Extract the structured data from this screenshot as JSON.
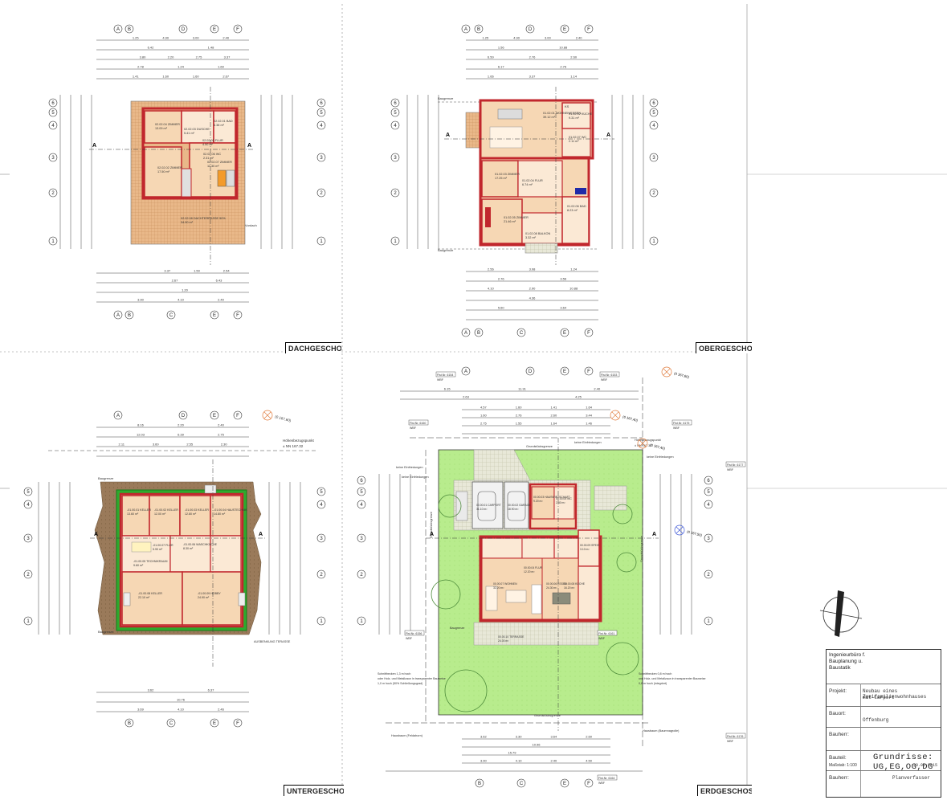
{
  "axes": {
    "top_full": [
      "A",
      "B",
      "D",
      "E",
      "F"
    ],
    "bottom_dg": [
      "A",
      "B",
      "C",
      "E",
      "F"
    ],
    "bottom_og": [
      "A",
      "B",
      "C",
      "E",
      "F"
    ],
    "top_ug": [
      "A",
      "D",
      "E",
      "F"
    ],
    "bottom_ug": [
      "B",
      "C",
      "E",
      "F"
    ],
    "top_eg": [
      "A",
      "D",
      "E",
      "F"
    ],
    "bottom_eg": [
      "B",
      "C",
      "E",
      "F"
    ],
    "rows": [
      "1",
      "2",
      "3",
      "4",
      "5",
      "6"
    ],
    "section_marker": "A"
  },
  "plans": {
    "dachgeschoss": {
      "label": "DACHGESCHOSS",
      "dims_top": [
        "1.25",
        "4.90",
        "3.00",
        "2.40",
        "6.42",
        "1.48",
        "3.80",
        "2.20",
        "2.75",
        "3.37",
        "2.78",
        "1.24",
        "1.60",
        "1.41",
        "1.60",
        "1.60",
        "2.67"
      ],
      "dims_bottom": [
        "3.37",
        "1.50",
        "2.54",
        "2.67",
        "6.43",
        "1.20",
        "3.90",
        "4.10",
        "2.40"
      ],
      "rooms": [
        {
          "name": "02.02.04 ZIMMER",
          "area": "13.09 m²"
        },
        {
          "name": "02.02.02 ZIMMER",
          "area": "17.50 m²"
        },
        {
          "name": "02.02.03 DUSCHE",
          "area": "5.41 m²"
        },
        {
          "name": "02.02.05 FLUR",
          "area": "4.50 m²"
        },
        {
          "name": "02.02.06 WC",
          "area": "2.31 m²"
        },
        {
          "name": "02.02.01 BAD",
          "area": "6.38 m²"
        },
        {
          "name": "02.02.07 ZIMMER",
          "area": "11.30 m²"
        },
        {
          "name": "02.02.08 DACHTERRASSE 50%",
          "area": "34.90 m²"
        }
      ],
      "notes": [
        "Vordach"
      ]
    },
    "obergeschoss": {
      "label": "OBERGESCHOSS",
      "dims_top": [
        "1.25",
        "4.90",
        "3.00",
        "2.40",
        "1.56",
        "10.88",
        "6.50",
        "2.76",
        "2.60",
        "6.17",
        "2.76",
        "1.66",
        "3.37",
        "1.14"
      ],
      "dims_bottom": [
        "2.56",
        "3.08",
        "1.24",
        "2.76",
        "3.56",
        "4.10",
        "2.90",
        "10.88",
        "4.36",
        "5.60",
        "3.64"
      ],
      "rooms": [
        {
          "name": "01.02.01 WOHNEN/ESSEN",
          "area": "39.12 m²"
        },
        {
          "name": "01.02.02 KÜCHE",
          "area": "9.31 m²"
        },
        {
          "name": "01.02.03 ZIMMER",
          "area": "17.25 m²"
        },
        {
          "name": "01.02.04 FLUR",
          "area": "6.74 m²"
        },
        {
          "name": "01.02.05 ZIMMER",
          "area": "21.46 m²"
        },
        {
          "name": "01.02.06 BAD",
          "area": "8.23 m²"
        },
        {
          "name": "01.02.07 WC",
          "area": "2.11 m²"
        },
        {
          "name": "01.02.08 BALKON",
          "area": "3.32 m²"
        }
      ],
      "notes": [
        "Baugrenze",
        "Baugrenze",
        "KS"
      ]
    },
    "untergeschoss": {
      "label": "UNTERGESCHOSS",
      "dims_top": [
        "8.16",
        "2.20",
        "2.40",
        "12.03",
        "6.39",
        "2.75",
        "2.11",
        "3.60",
        "2.55",
        "2.30"
      ],
      "dims_bottom": [
        "3.62",
        "6.37",
        "10.76",
        "3.69",
        "4.10",
        "2.46"
      ],
      "rooms": [
        {
          "name": "-01.00.01 KELLER",
          "area": "13.60 m²"
        },
        {
          "name": "-01.00.02 KELLER",
          "area": "12.00 m²"
        },
        {
          "name": "-01.00.03 KELLER",
          "area": "12.80 m²"
        },
        {
          "name": "-01.00.04 HAUSTECHNIK",
          "area": "14.80 m²"
        },
        {
          "name": "-01.00.05 TECHNIKRAUM",
          "area": "9.60 m²"
        },
        {
          "name": "-01.00.06 WASCHKÜCHE",
          "area": "8.30 m²"
        },
        {
          "name": "-01.00.07 FLUR",
          "area": "5.90 m²"
        },
        {
          "name": "-01.00.08 KELLER",
          "area": "22.10 m²"
        },
        {
          "name": "-01.00.09 HOBBY",
          "area": "24.90 m²"
        }
      ],
      "notes": [
        "Höhenbezugspunkt",
        "± NN 167.32",
        "Baugrenze",
        "Baugrenze",
        "AUSBENKUNG TERASSE"
      ],
      "survey_point": "(0 167,60)"
    },
    "erdgeschoss": {
      "label": "ERDGESCHOSS",
      "dims_top": [
        "6.15",
        "11.31",
        "2.40",
        "2.63",
        "4.25",
        "4.57",
        "1.60",
        "1.41",
        "1.64",
        "1.60",
        "2.76",
        "2.60",
        "3.44",
        "2.75",
        "1.55",
        "1.64",
        "1.46"
      ],
      "dims_bottom": [
        "3.62",
        "3.30",
        "3.64",
        "2.60",
        "10.96",
        "15.79",
        "3.90",
        "4.10",
        "2.40",
        "4.50"
      ],
      "rooms": [
        {
          "name": "00.00.01 CARPORT",
          "area": "31.10 m²"
        },
        {
          "name": "00.00.02 GARAGE",
          "area": "18.90 m²"
        },
        {
          "name": "00.00.03 HAUSWIRTSCHAFT",
          "area": "9.20 m²"
        },
        {
          "name": "00.00.04 FLUR",
          "area": "12.20 m²"
        },
        {
          "name": "00.00.05 WC",
          "area": "2.40 m²"
        },
        {
          "name": "00.00.06 ESSEN",
          "area": "24.30 m²"
        },
        {
          "name": "00.00.07 WOHNEN",
          "area": "32.20 m²"
        },
        {
          "name": "00.00.08 KÜCHE",
          "area": "16.20 m²"
        },
        {
          "name": "00.00.09 SPEIS",
          "area": "3.10 m²"
        },
        {
          "name": "00.00.10 TERRASSE",
          "area": "24.00 m²"
        }
      ],
      "notes": [
        "Grundstücksgrenze",
        "keine Einfriedungen",
        "keine Einfriedungen",
        "keine Einfriedungen",
        "keine Einfriedungen",
        "Höhenbezugspunkt",
        "± NN 167.32",
        "Baugrenze",
        "Grundstücksgrenze",
        "Grundstücksgrenze",
        "Grundstücksgrenze",
        "Hausbaum (Feldahorn)",
        "Hausbaum (Baumnagrolle)",
        "Schnitthecken 1,3 m hoch oder Holz- und Metallzaun in transparenter Bauweise 1,0 m hoch (50% Schließungsgrad)",
        "Schnitthecken 0,8 m hoch und Holz- und Metallzaun in transparenter Bauweise 0,8 m hoch (integriert)"
      ],
      "parcels": [
        {
          "label": "Flst.Nr. 6154",
          "sub": "WBF"
        },
        {
          "label": "Flst.Nr. 6153",
          "sub": "WBF"
        },
        {
          "label": "Flst.Nr. 6177",
          "sub": "WBF"
        },
        {
          "label": "Flst.Nr. 6160",
          "sub": "WBF"
        },
        {
          "label": "Flst.Nr. 6175",
          "sub": "WBF"
        },
        {
          "label": "Flst.Nr. 6156",
          "sub": "WBF"
        },
        {
          "label": "Flst.Nr. 6161",
          "sub": "WBF"
        },
        {
          "label": "Flst.Nr. 6176",
          "sub": "WBF"
        },
        {
          "label": "Flst.Nr. 6164",
          "sub": "WBF"
        }
      ],
      "survey_points": [
        "(0 167,60)",
        "(0 167,40)",
        "(0 167,50)",
        "(0 167,40)"
      ]
    }
  },
  "title_block": {
    "office_line1": "Ingenieurbüro f.",
    "office_line2": "Bauplanung u.",
    "office_line3": "Baustatik",
    "projekt_key": "Projekt:",
    "projekt_line1": "Neubau eines Zweifamilienwohnhauses",
    "projekt_line2": "mit Carport",
    "bauort_key": "Bauort:",
    "bauort_val": "Offenburg",
    "bauherr_key": "Bauherr:",
    "bauherr_val": "",
    "bauteil_key": "Bauteil:",
    "bauteil_title": "Grundrisse: UG,EG,OG,DG",
    "massstab": "Maßstab: 1:100",
    "datum": "30.06.2015",
    "bauherr2_key": "Bauherr:",
    "planverfasser": "Planverfasser"
  },
  "colors": {
    "wall": "#c1272d",
    "room_fill": "#f6d7b4",
    "terrace_fill": "#e9b889",
    "grass": "#b8ec8d",
    "soil": "#9a7a5a",
    "insulation": "#2eaa2e",
    "dim_line": "#444444"
  }
}
